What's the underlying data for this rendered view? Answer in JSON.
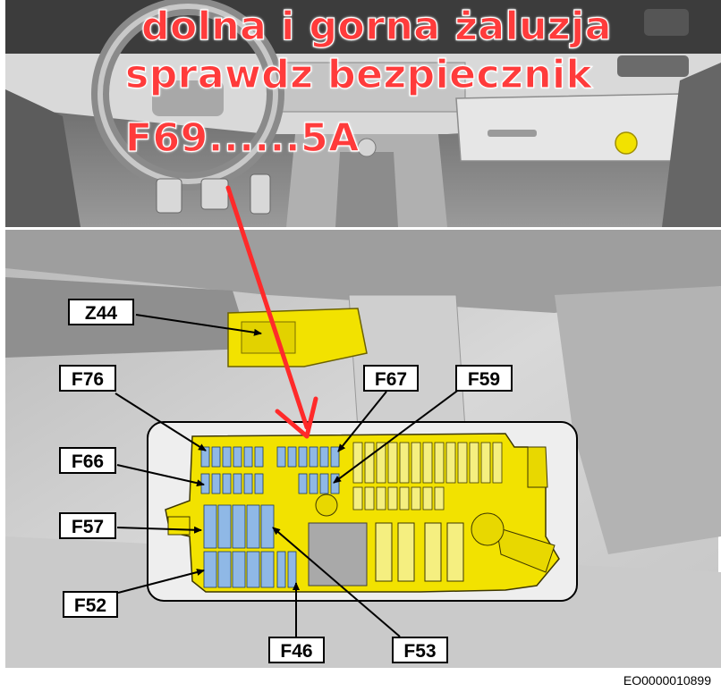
{
  "annotation": {
    "line1": "dolna i gorna żaluzja",
    "line2": "sprawdz bezpiecznik",
    "line3": "F69......5A"
  },
  "labels": {
    "z44": "Z44",
    "f76": "F76",
    "f67": "F67",
    "f59": "F59",
    "f66": "F66",
    "f57": "F57",
    "f52": "F52",
    "f46": "F46",
    "f53": "F53"
  },
  "figure_code": "EO0000010899",
  "colors": {
    "annotation": "#ff3b3b",
    "arrow": "#ff2a2a",
    "fuse_box": "#f2e200",
    "fuse_blue": "#8fb8e6",
    "marker_dot": "#f2e200"
  }
}
